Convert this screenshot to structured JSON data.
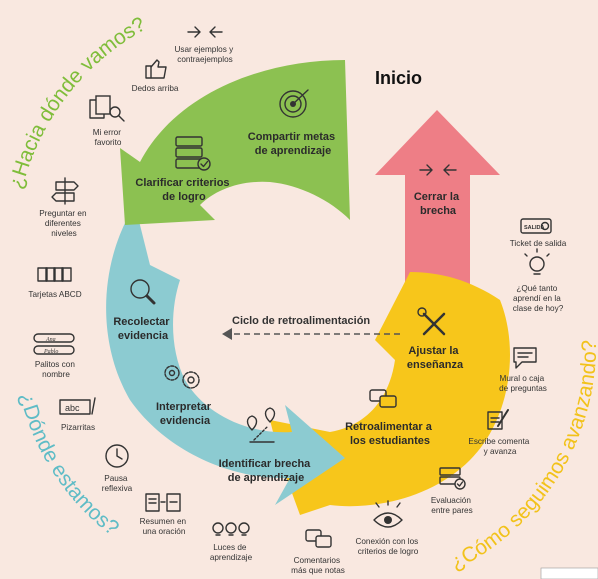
{
  "title": "Inicio",
  "cycle_label": "Ciclo de retroalimentación",
  "corner_tag": "",
  "questions": {
    "where_going": "¿Hacia dónde vamos?",
    "where_now": "¿Dónde estamos?",
    "how_forward": "¿Cómo seguimos avanzando?"
  },
  "stages": {
    "share_goals": [
      "Compartir metas",
      "de aprendizaje"
    ],
    "clarify_criteria": [
      "Clarificar criterios",
      "de logro"
    ],
    "collect_evidence": [
      "Recolectar",
      "evidencia"
    ],
    "interpret_evidence": [
      "Interpretar",
      "evidencia"
    ],
    "identify_gap": [
      "Identificar brecha",
      "de aprendizaje"
    ],
    "give_feedback": [
      "Retroalimentar a",
      "los estudiantes"
    ],
    "adjust_teaching": [
      "Ajustar la",
      "enseñanza"
    ],
    "close_gap": [
      "Cerrar la",
      "brecha"
    ]
  },
  "tools": {
    "examples": [
      "Usar ejemplos y",
      "contraejemplos"
    ],
    "thumbs": [
      "Dedos arriba"
    ],
    "favorite_error": [
      "Mi error",
      "favorito"
    ],
    "levels": [
      "Preguntar en",
      "diferentes",
      "niveles"
    ],
    "abcd_cards": [
      "Tarjetas ABCD"
    ],
    "name_sticks": [
      "Palitos con",
      "nombre"
    ],
    "whiteboards": [
      "Pizarritas"
    ],
    "pause": [
      "Pausa",
      "reflexiva"
    ],
    "summary": [
      "Resumen en",
      "una oración"
    ],
    "lights": [
      "Luces de",
      "aprendizaje"
    ],
    "comments": [
      "Comentarios",
      "más que notas"
    ],
    "criteria_link": [
      "Conexión con los",
      "criterios de logro"
    ],
    "peer_eval": [
      "Evaluación",
      "entre pares"
    ],
    "write_comment": [
      "Escribe comenta",
      "y avanza"
    ],
    "question_wall": [
      "Mural o caja",
      "de preguntas"
    ],
    "what_learned": [
      "¿Qué tanto",
      "aprendí en la",
      "clase de hoy?"
    ],
    "exit_ticket": [
      "Ticket de salida"
    ]
  },
  "icon_texts": {
    "ticket": "SALIDA",
    "whiteboard": "abc",
    "name_stick_1": "Ana",
    "name_stick_2": "Pablo"
  },
  "colors": {
    "background": "#f9e8e0",
    "green": "#8cc151",
    "teal": "#8ccbd1",
    "yellow": "#f7c61b",
    "pink": "#ee7e86",
    "green_text": "#7fbd3a",
    "teal_text": "#5fbcc6",
    "yellow_text": "#f2c21a"
  }
}
